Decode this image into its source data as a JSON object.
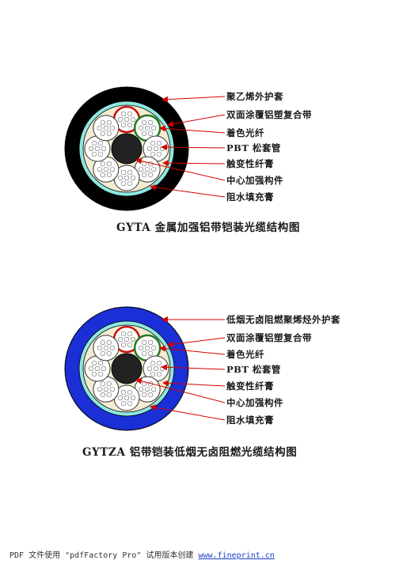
{
  "diagrams": [
    {
      "id": "gyta",
      "jacket_color": "#000000",
      "labels": [
        "聚乙烯外护套",
        "双面涂覆铝塑复合带",
        "着色光纤",
        "PBT 松套管",
        "触变性纤膏",
        "中心加强构件",
        "阻水填充膏"
      ],
      "caption": "GYTA 金属加强铝带铠装光缆结构图"
    },
    {
      "id": "gytza",
      "jacket_color": "#1a2fd6",
      "labels": [
        "低烟无卤阻燃聚烯烃外护套",
        "双面涂覆铝塑复合带",
        "着色光纤",
        "PBT 松套管",
        "触变性纤膏",
        "中心加强构件",
        "阻水填充膏"
      ],
      "caption": "GYTZA 铝带铠装低烟无卤阻燃光缆结构图"
    }
  ],
  "colors": {
    "armor_tape": "#8ee8e0",
    "filling_compound": "#f4ecd2",
    "central_member": "#222222",
    "red_tube": "#cc1111",
    "green_tube": "#1f7a1f",
    "leader_line": "#d40000"
  },
  "footer": {
    "text": "PDF 文件使用 \"pdfFactory Pro\" 试用版本创建 ",
    "link": "www.fineprint.cn"
  }
}
